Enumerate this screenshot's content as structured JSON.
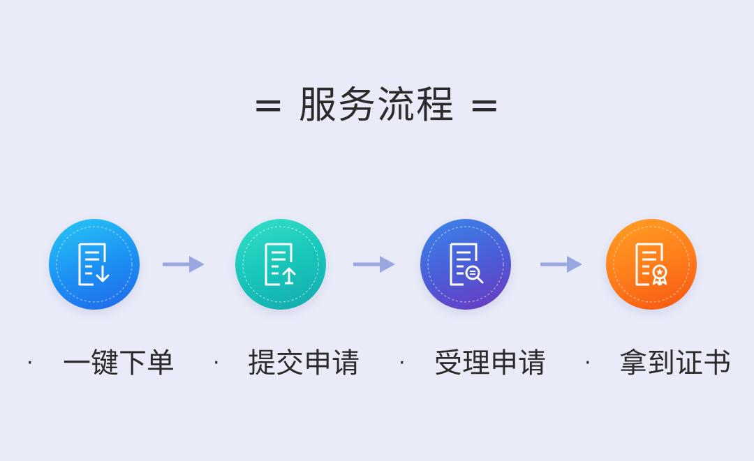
{
  "title": "= 服务流程 =",
  "colors": {
    "background": "#e9ebf8",
    "arrow": "#9aa6df",
    "step1": "#1c8ff3",
    "step2": "#18c6ba",
    "step3": "#4b5fd8",
    "step4": "#ff7f1c"
  },
  "steps": [
    {
      "label": "一键下单",
      "bullet": "·",
      "icon": "document-download-icon"
    },
    {
      "label": "提交申请",
      "bullet": "·",
      "icon": "document-upload-icon"
    },
    {
      "label": "受理申请",
      "bullet": "·",
      "icon": "document-search-icon"
    },
    {
      "label": "拿到证书",
      "bullet": "·",
      "icon": "document-certificate-icon"
    }
  ]
}
